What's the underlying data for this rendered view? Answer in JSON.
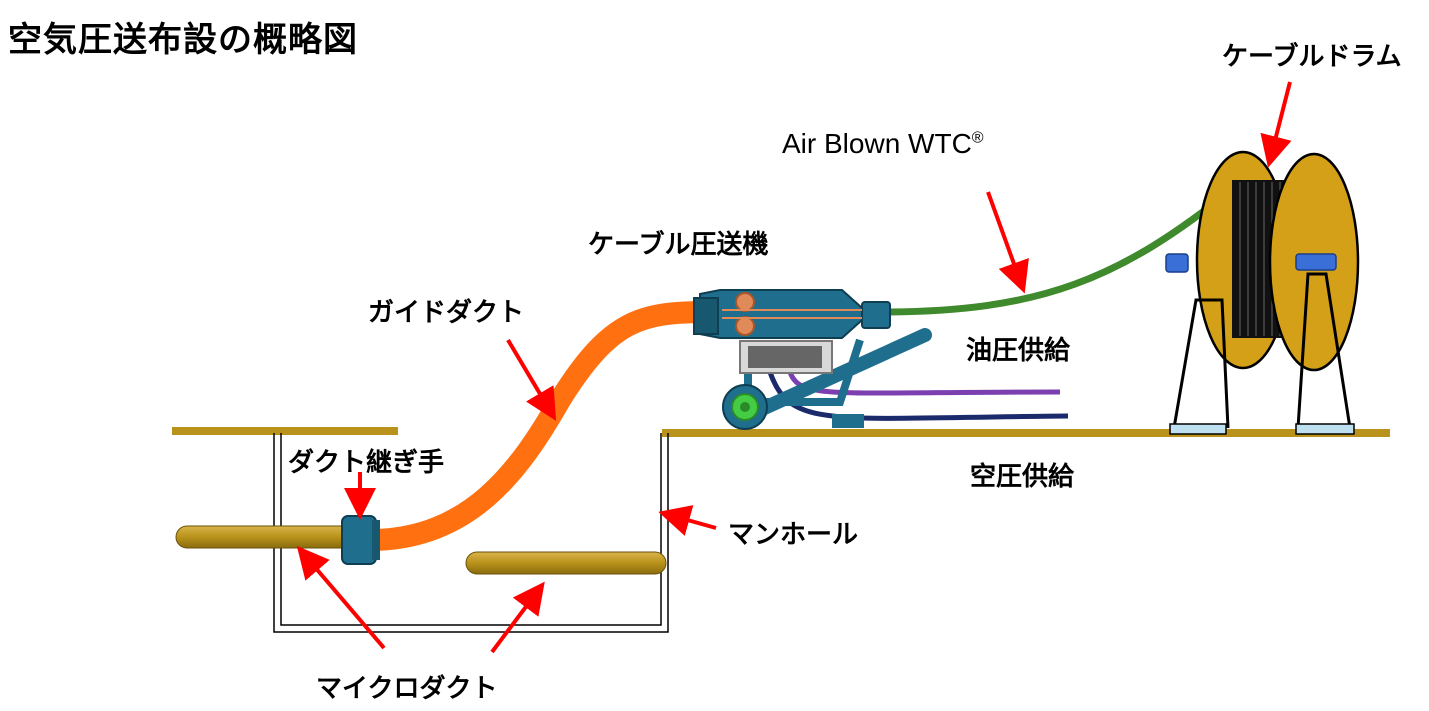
{
  "title": "空気圧送布設の概略図",
  "labels": {
    "cable_drum": "ケーブルドラム",
    "air_blown_wtc": "Air Blown WTC",
    "registered_mark": "®",
    "cable_blower": "ケーブル圧送機",
    "guide_duct": "ガイドダクト",
    "hydraulic_supply": "油圧供給",
    "duct_joint": "ダクト継ぎ手",
    "air_supply": "空圧供給",
    "manhole": "マンホール",
    "microduct": "マイクロダクト"
  },
  "colors": {
    "ground": "#b8921a",
    "microduct": "#b8921a",
    "guide_duct": "#ff7010",
    "cable": "#3f8a2c",
    "blower_body": "#1f6e8e",
    "blower_roller": "#e08a5a",
    "drum": "#d4a017",
    "drum_stand": "#bfe0f0",
    "drum_axle": "#3b6fd8",
    "arrow": "#ff0000",
    "hydraulic_hose_purple": "#7b3fb0",
    "hydraulic_hose_navy": "#1a2a6a",
    "wheel_inner": "#44cc44"
  }
}
